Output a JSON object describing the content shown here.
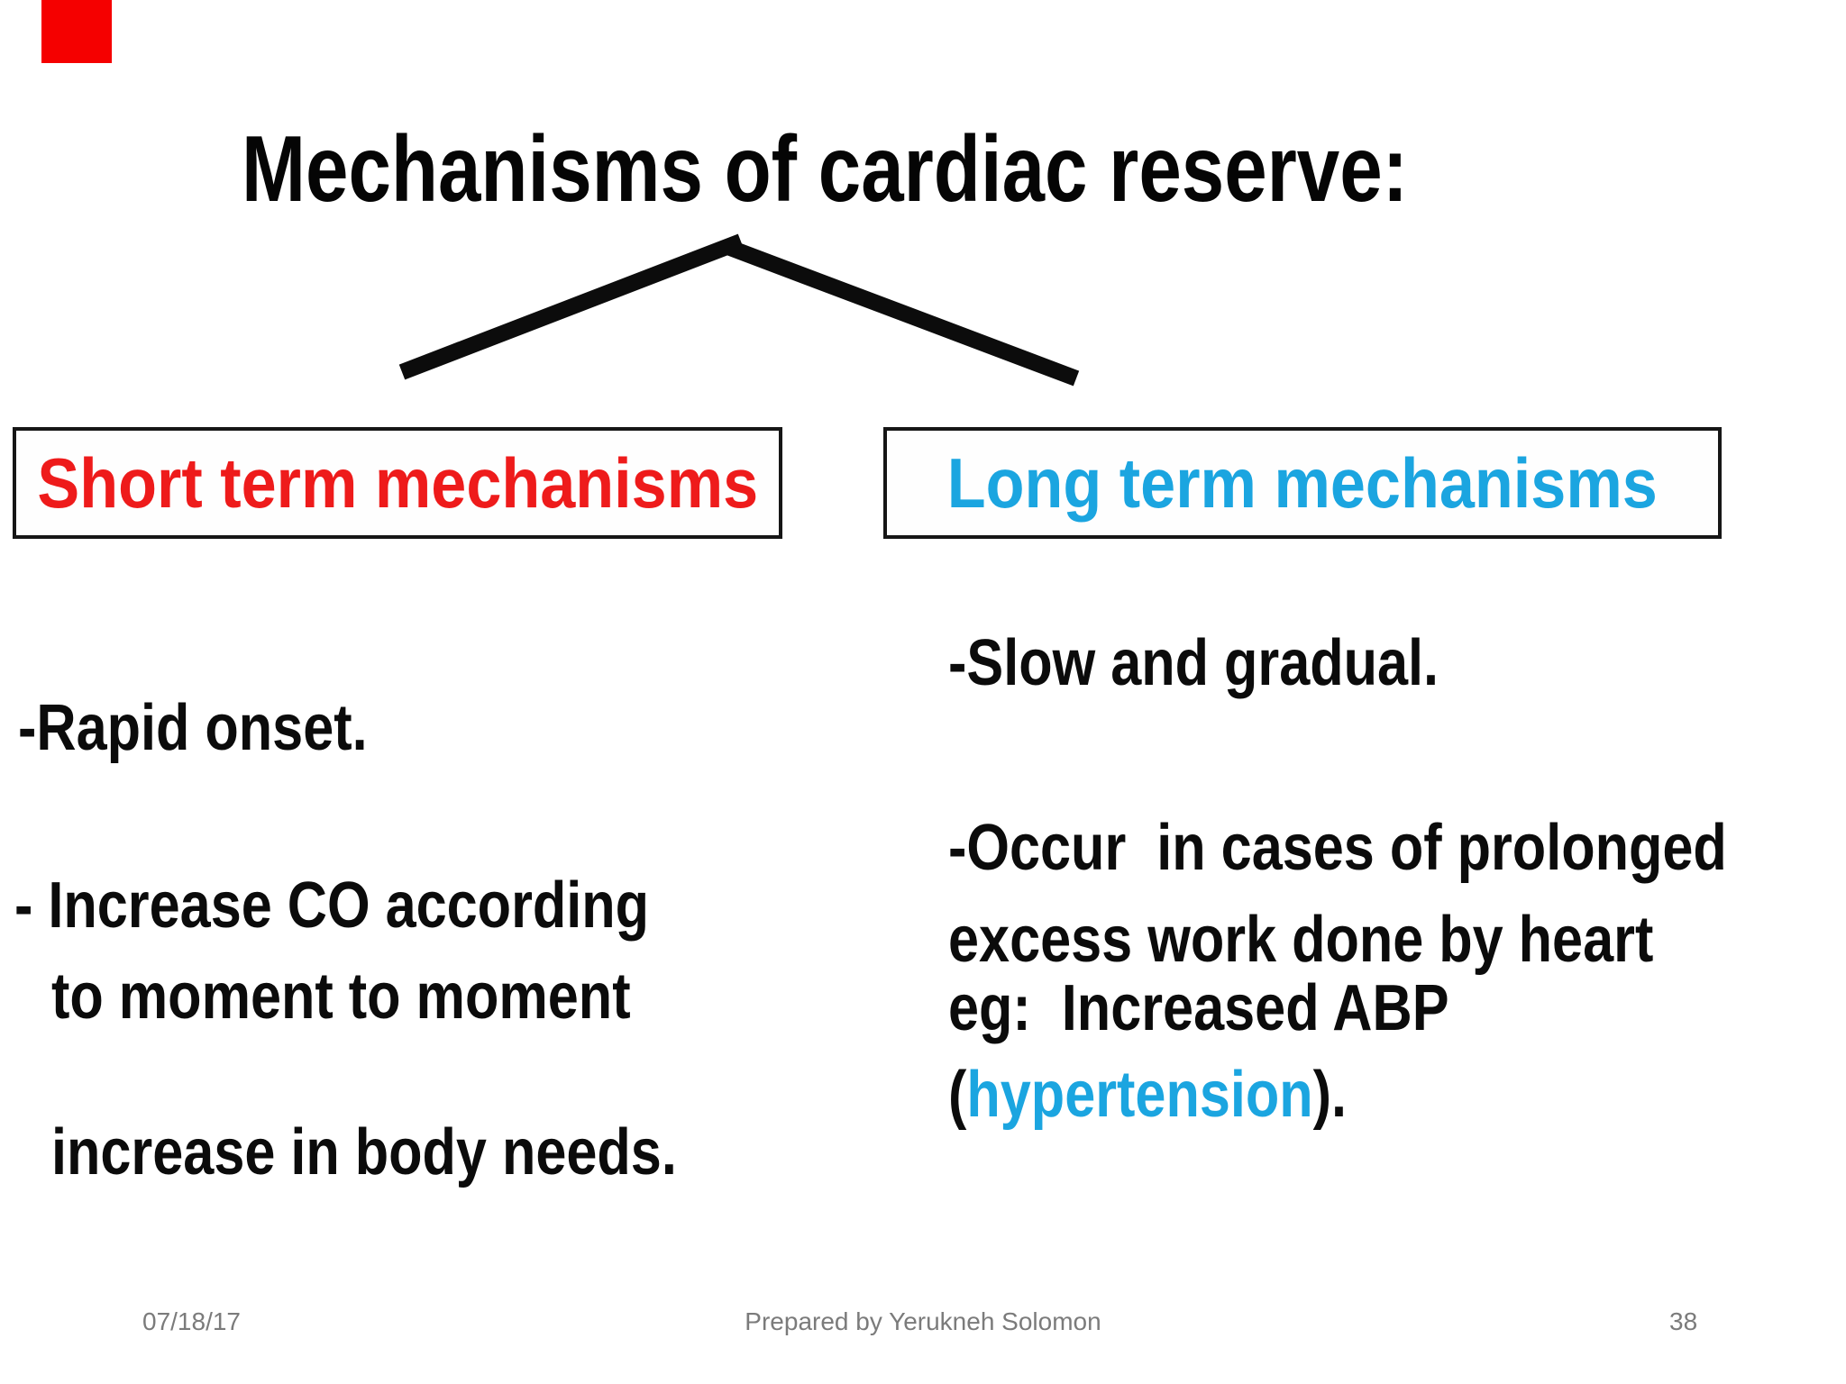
{
  "title": "Mechanisms of cardiac reserve:",
  "marker": {
    "color": "#f50000"
  },
  "boxes": {
    "short": {
      "label": "Short term mechanisms",
      "color": "#ee1b1b"
    },
    "long": {
      "label": "Long term mechanisms",
      "color": "#1ba5e0"
    }
  },
  "left_column": {
    "line1": "-Rapid onset.",
    "line2": "- Increase CO according",
    "line3": "to moment to moment",
    "line4": "increase in body needs."
  },
  "right_column": {
    "line1": "-Slow and gradual.",
    "line2": "-Occur  in cases of prolonged",
    "line3": "excess work done by heart",
    "line4": "eg:  Increased ABP",
    "line5_open": "(",
    "line5_highlight": "hypertension",
    "line5_close": ")."
  },
  "footer": {
    "date": "07/18/17",
    "credit": "Prepared by Yerukneh Solomon",
    "page": "38"
  }
}
